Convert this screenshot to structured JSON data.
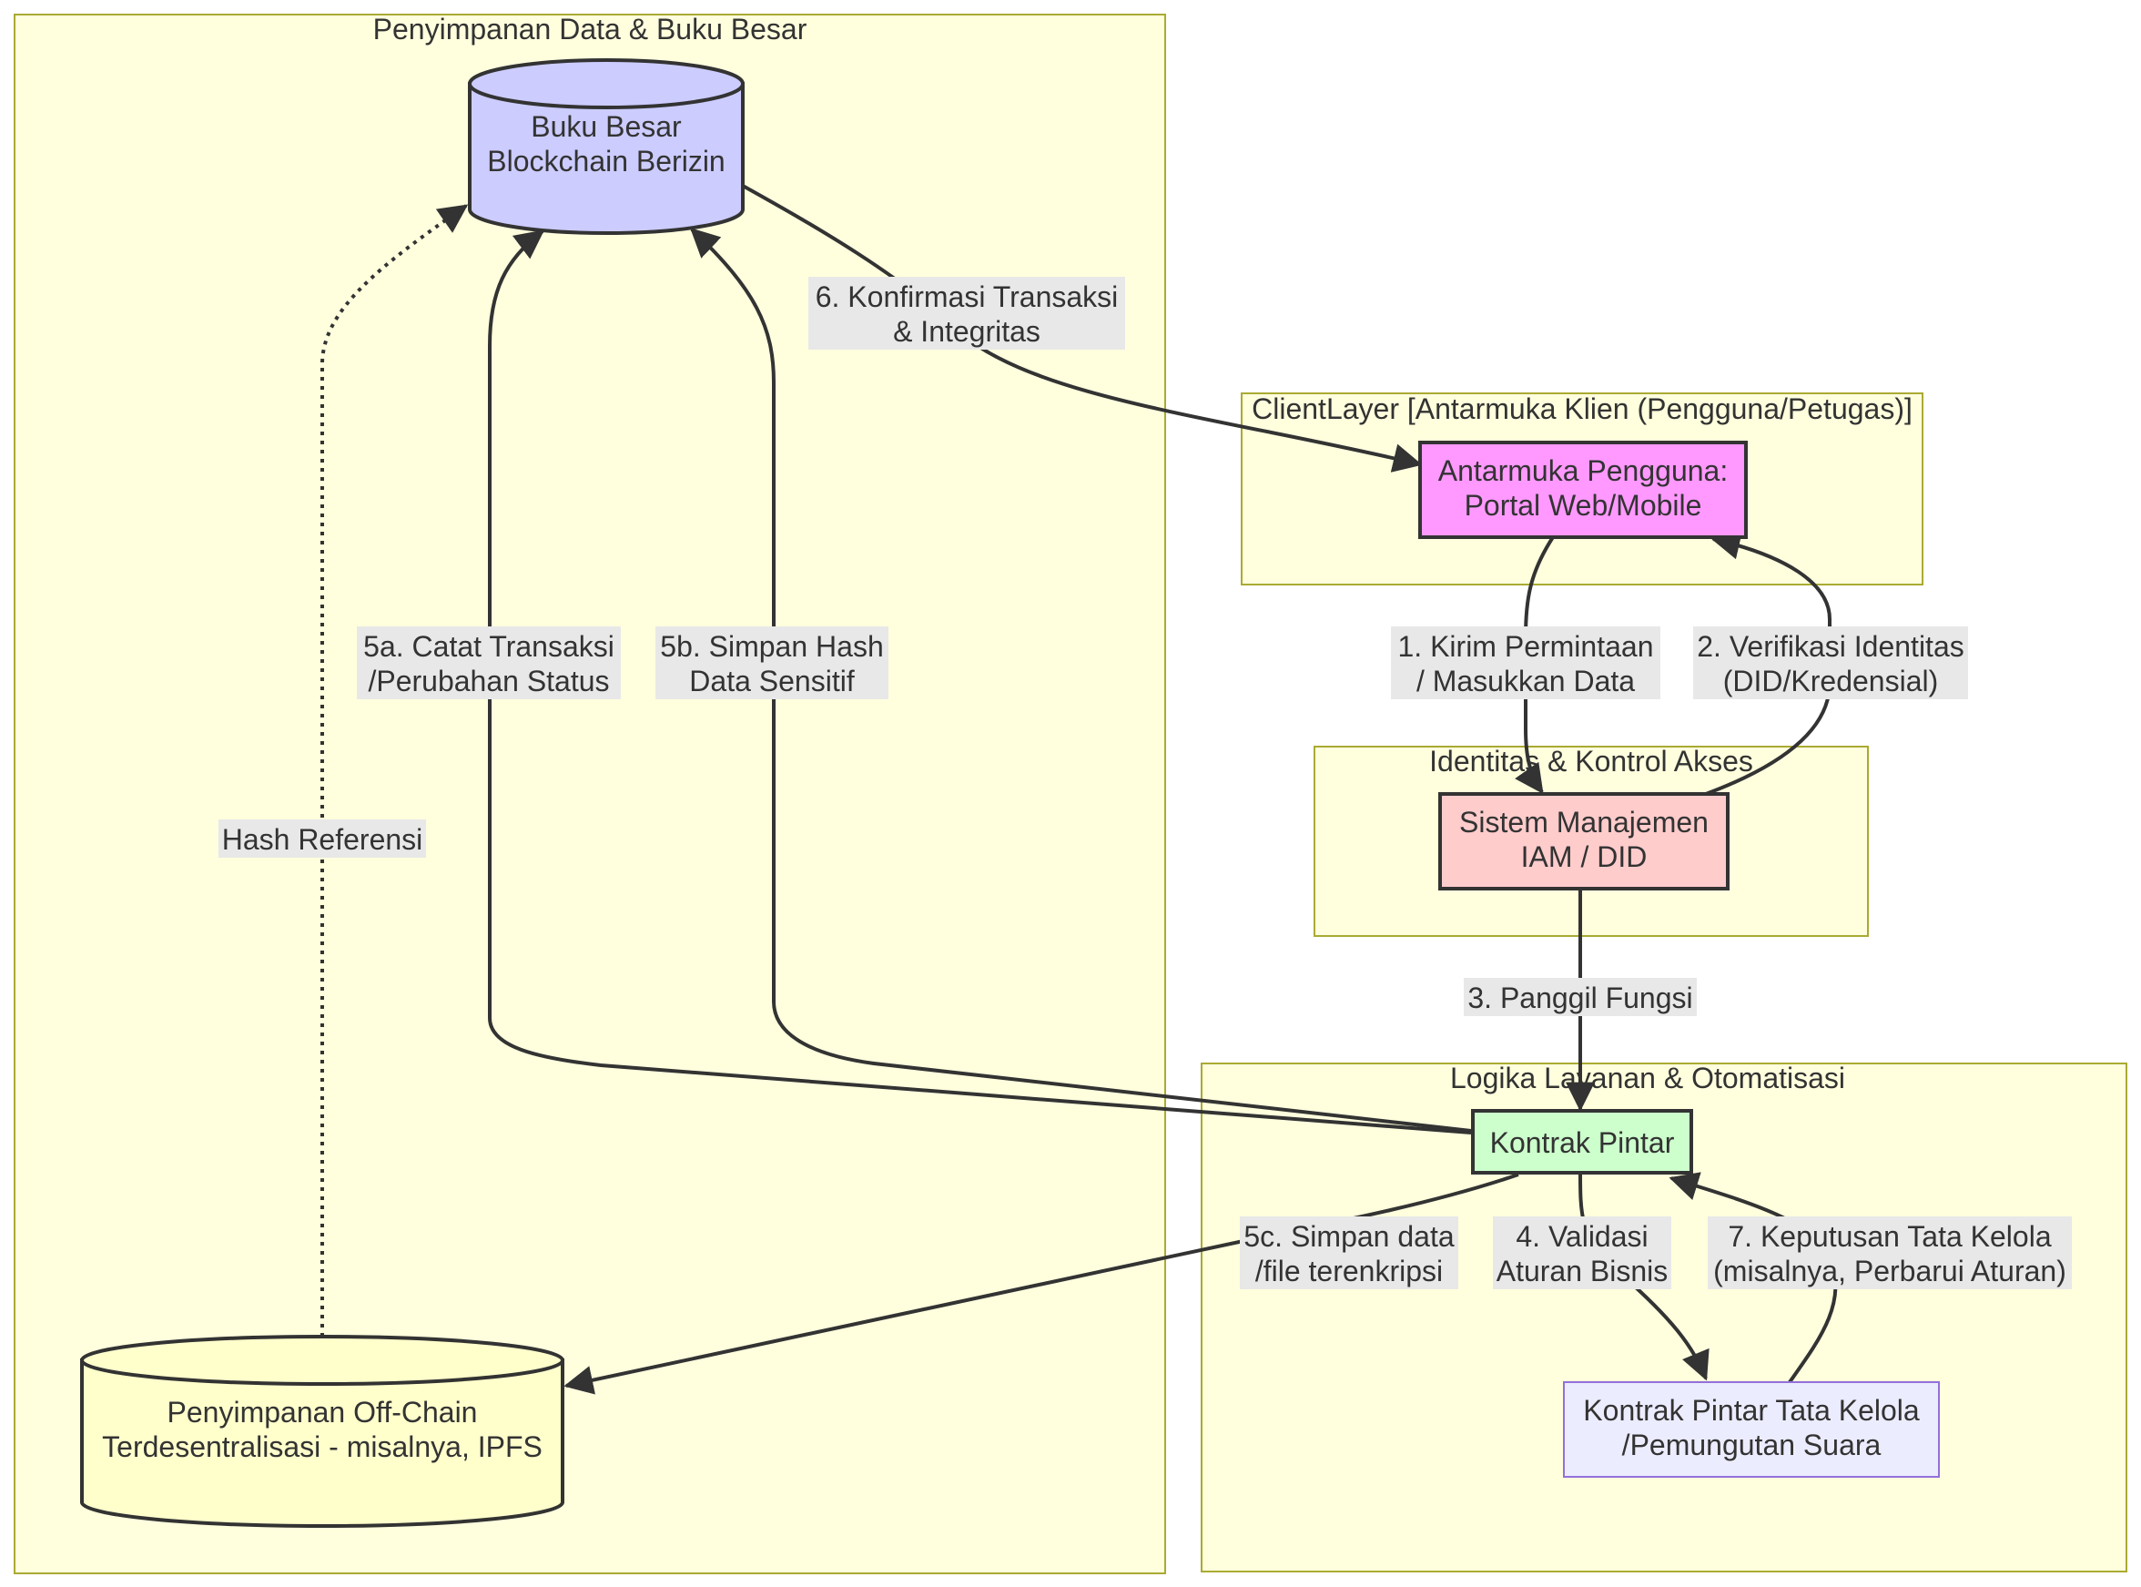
{
  "clusters": {
    "storage": {
      "title": "Penyimpanan Data & Buku Besar"
    },
    "client": {
      "title": "ClientLayer [Antarmuka Klien (Pengguna/Petugas)]"
    },
    "identity": {
      "title": "Identitas & Kontrol Akses"
    },
    "logic": {
      "title": "Logika Layanan & Otomatisasi"
    }
  },
  "nodes": {
    "ledger": {
      "line1": "Buku Besar",
      "line2": "Blockchain Berizin",
      "color": "#ccccff"
    },
    "ui": {
      "line1": "Antarmuka Pengguna:",
      "line2": "Portal Web/Mobile",
      "color": "#ff99ff"
    },
    "iam": {
      "line1": "Sistem Manajemen",
      "line2": "IAM / DID",
      "color": "#ffcccc"
    },
    "contract": {
      "line1": "Kontrak Pintar",
      "color": "#ccffcc"
    },
    "governance": {
      "line1": "Kontrak Pintar Tata Kelola",
      "line2": "/Pemungutan Suara",
      "color": "#ececff"
    },
    "offchain": {
      "line1": "Penyimpanan Off-Chain",
      "line2": "Terdesentralisasi - misalnya, IPFS",
      "color": "#ffffcc"
    }
  },
  "edges": {
    "e1": {
      "line1": "1. Kirim Permintaan",
      "line2": "/ Masukkan Data"
    },
    "e2": {
      "line1": "2. Verifikasi Identitas",
      "line2": "(DID/Kredensial)"
    },
    "e3": {
      "line1": "3. Panggil Fungsi"
    },
    "e4": {
      "line1": "4. Validasi",
      "line2": "Aturan Bisnis"
    },
    "e5a": {
      "line1": "5a. Catat Transaksi",
      "line2": "/Perubahan Status"
    },
    "e5b": {
      "line1": "5b. Simpan Hash",
      "line2": "Data Sensitif"
    },
    "e5c": {
      "line1": "5c. Simpan data",
      "line2": "/file terenkripsi"
    },
    "e6": {
      "line1": "6. Konfirmasi Transaksi",
      "line2": "& Integritas"
    },
    "e7": {
      "line1": "7. Keputusan Tata Kelola",
      "line2": "(misalnya, Perbarui Aturan)"
    },
    "ehash": {
      "line1": "Hash Referensi"
    }
  }
}
